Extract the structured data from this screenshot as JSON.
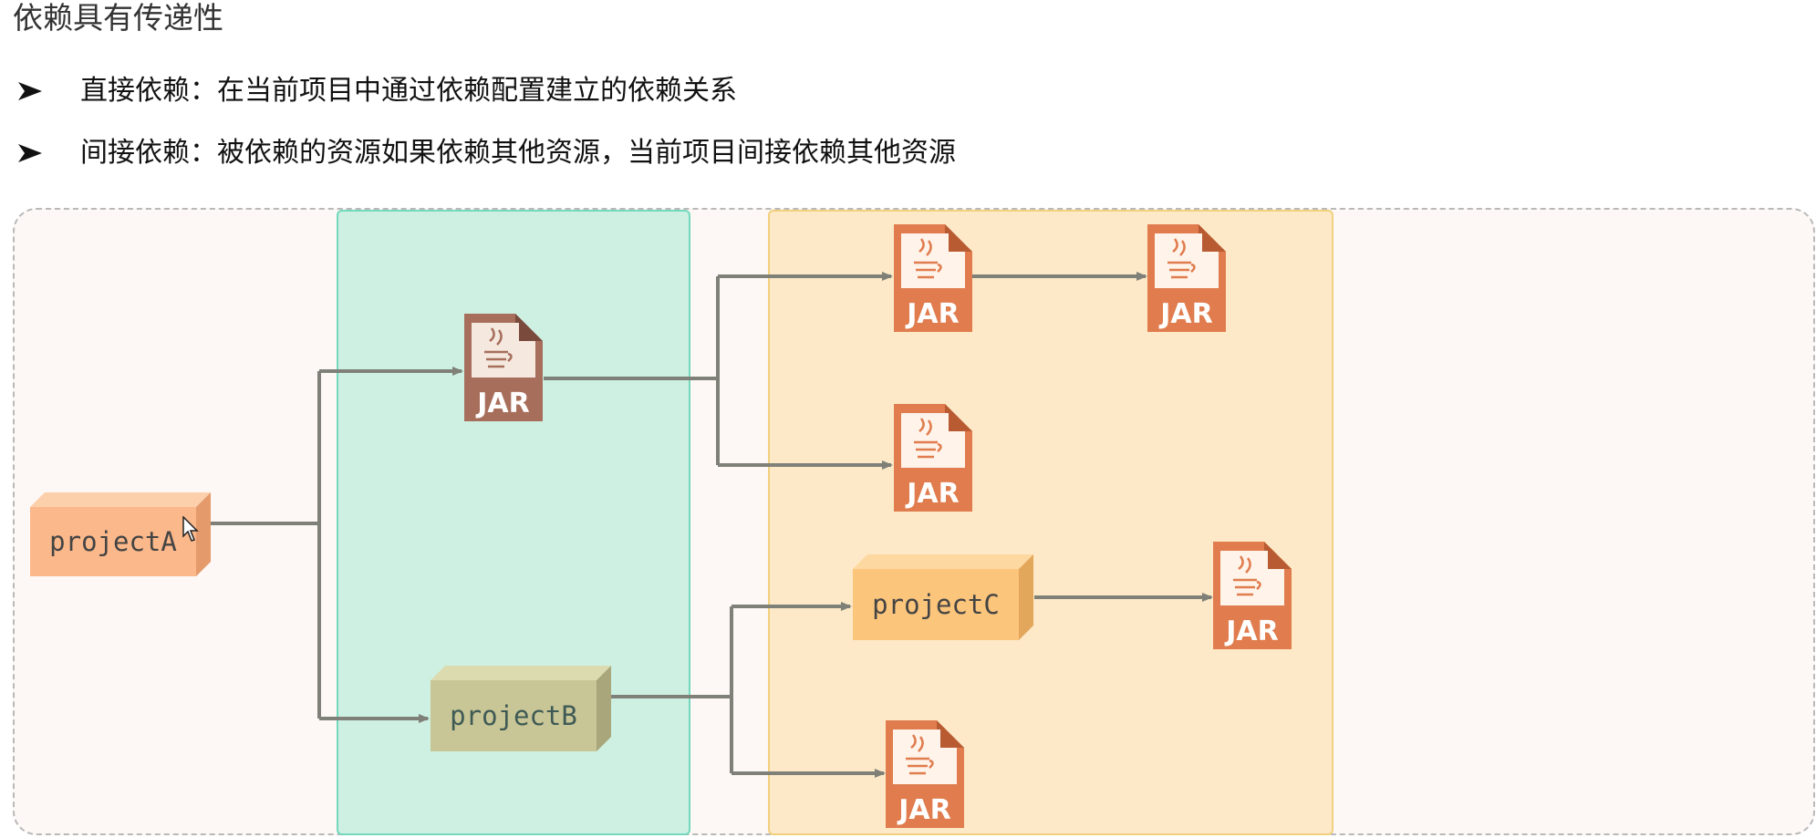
{
  "title": "依赖具有传递性",
  "bullets": [
    "直接依赖：在当前项目中通过依赖配置建立的依赖关系",
    "间接依赖：被依赖的资源如果依赖其他资源，当前项目间接依赖其他资源"
  ],
  "nodes": {
    "projectA": "projectA",
    "projectB": "projectB",
    "projectC": "projectC",
    "jar_label": "JAR"
  },
  "colors": {
    "projectA": "#fbb88a",
    "projectB": "#c8c696",
    "projectC": "#fcc57c",
    "jar_direct": "#a86e5c",
    "jar_indirect": "#e07c4d",
    "connector": "#7f8078",
    "region_direct": "#cdf0e3",
    "region_indirect": "#fde9c7"
  }
}
